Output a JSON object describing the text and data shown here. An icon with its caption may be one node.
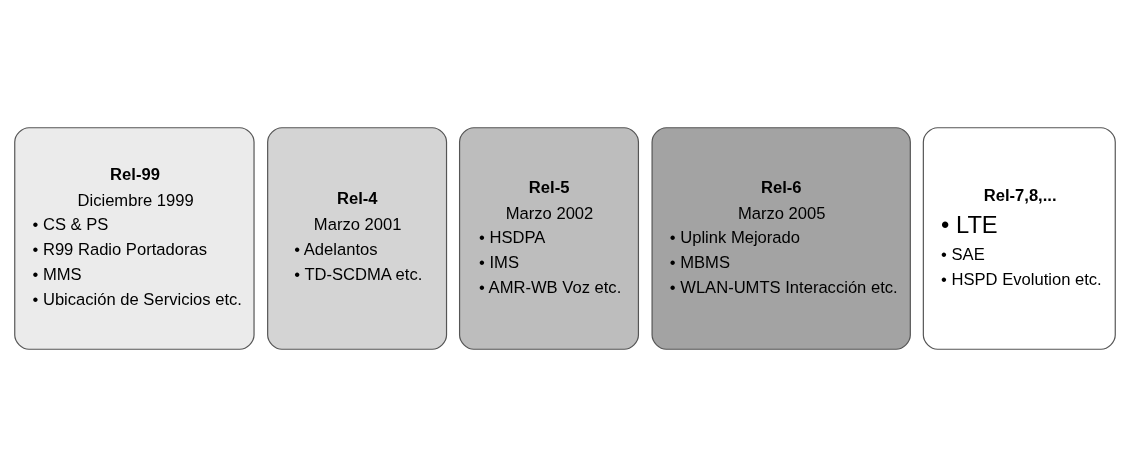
{
  "diagram": {
    "nodes": [
      {
        "text": [
          "Rel-99",
          "Diciembre 1999",
          "• CS & PS",
          "• R99 Radio Portadoras",
          "• MMS",
          "• Ubicación de Servicios etc."
        ]
      },
      {
        "text": [
          "Rel-4",
          "Marzo 2001",
          "• Adelantos",
          "• TD-SCDMA etc."
        ]
      },
      {
        "text": [
          "Rel-5",
          "Marzo 2002",
          "• HSDPA",
          "• IMS",
          "• AMR-WB Voz etc."
        ]
      },
      {
        "text": [
          "Rel-6",
          "Marzo 2005",
          "• Uplink Mejorado",
          "• MBMS",
          "• WLAN-UMTS Interacción etc."
        ]
      },
      {
        "text": [
          "Rel-7,8,...",
          "• LTE",
          "• SAE",
          "• HSPD Evolution etc."
        ]
      }
    ],
    "edges": []
  }
}
